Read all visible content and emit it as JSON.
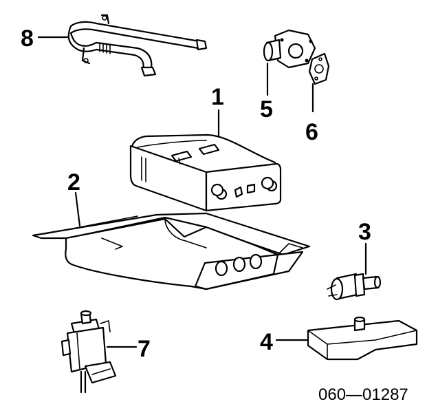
{
  "callouts": {
    "part_1": "1",
    "part_2": "2",
    "part_3": "3",
    "part_4": "4",
    "part_5": "5",
    "part_6": "6",
    "part_7": "7",
    "part_8": "8"
  },
  "diagram_code": "060—01287"
}
